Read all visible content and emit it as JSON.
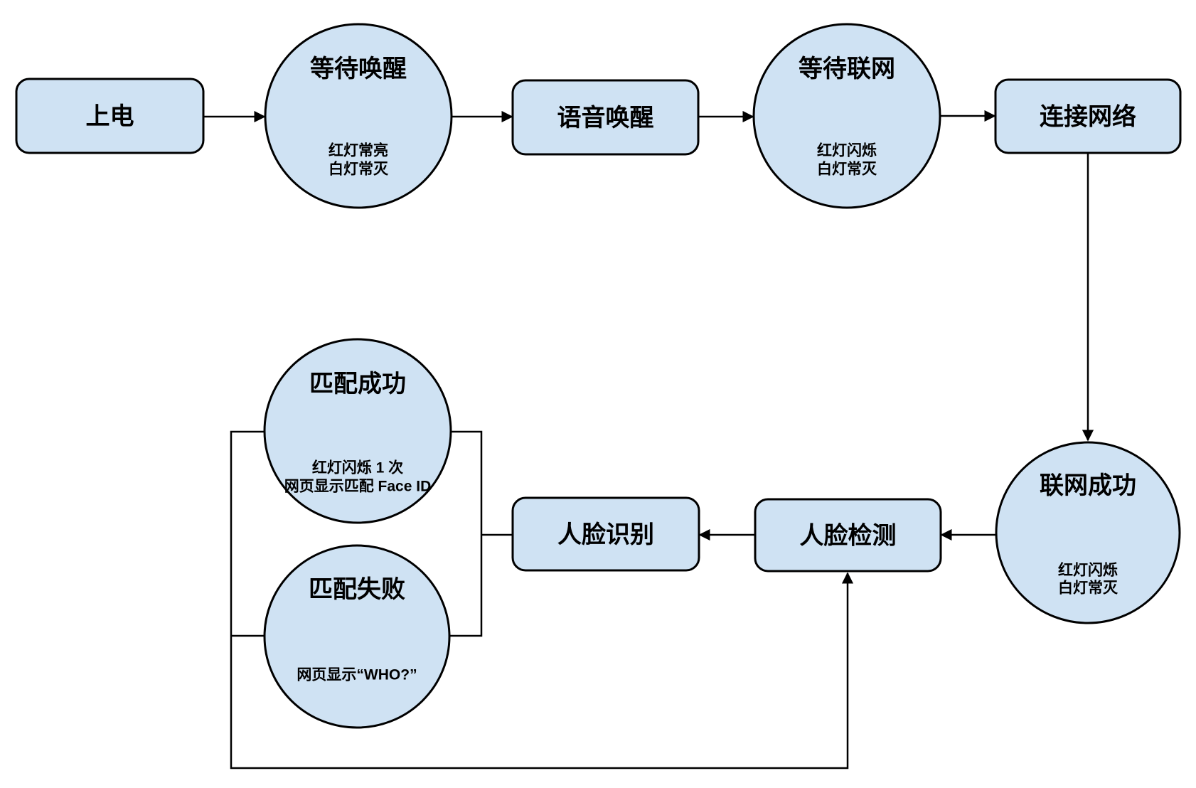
{
  "diagram": {
    "title": "device-wake-and-face-recognition-flow",
    "colors": {
      "node_fill": "#cfe2f3",
      "node_stroke": "#000000",
      "edge_stroke": "#000000",
      "background": "#ffffff"
    },
    "nodes": [
      {
        "id": "power-on",
        "shape": "rounded-rect",
        "label": "上电"
      },
      {
        "id": "wait-wake",
        "shape": "circle",
        "label": "等待唤醒",
        "sublabel": [
          "红灯常亮",
          "白灯常灭"
        ]
      },
      {
        "id": "voice-wake",
        "shape": "rounded-rect",
        "label": "语音唤醒"
      },
      {
        "id": "wait-net",
        "shape": "circle",
        "label": "等待联网",
        "sublabel": [
          "红灯闪烁",
          "白灯常灭"
        ]
      },
      {
        "id": "connect-net",
        "shape": "rounded-rect",
        "label": "连接网络"
      },
      {
        "id": "net-ok",
        "shape": "circle",
        "label": "联网成功",
        "sublabel": [
          "红灯闪烁",
          "白灯常灭"
        ]
      },
      {
        "id": "face-detect",
        "shape": "rounded-rect",
        "label": "人脸检测"
      },
      {
        "id": "face-recog",
        "shape": "rounded-rect",
        "label": "人脸识别"
      },
      {
        "id": "match-ok",
        "shape": "circle",
        "label": "匹配成功",
        "sublabel": [
          "红灯闪烁 1 次",
          "网页显示匹配 Face ID"
        ]
      },
      {
        "id": "match-fail",
        "shape": "circle",
        "label": "匹配失败",
        "sublabel": [
          "网页显示“WHO?”"
        ]
      }
    ],
    "edges": [
      {
        "id": "edge-power-to-wait-wake",
        "from": "power-on",
        "to": "wait-wake",
        "arrow": true
      },
      {
        "id": "edge-wait-wake-to-voice-wake",
        "from": "wait-wake",
        "to": "voice-wake",
        "arrow": true
      },
      {
        "id": "edge-voice-wake-to-wait-net",
        "from": "voice-wake",
        "to": "wait-net",
        "arrow": true
      },
      {
        "id": "edge-wait-net-to-connect-net",
        "from": "wait-net",
        "to": "connect-net",
        "arrow": true
      },
      {
        "id": "edge-connect-net-to-net-ok",
        "from": "connect-net",
        "to": "net-ok",
        "arrow": true
      },
      {
        "id": "edge-net-ok-to-face-detect",
        "from": "net-ok",
        "to": "face-detect",
        "arrow": true
      },
      {
        "id": "edge-face-detect-to-face-recog",
        "from": "face-detect",
        "to": "face-recog",
        "arrow": true
      },
      {
        "id": "bracket-match-results-to-face-recog",
        "from": "match-ok / match-fail",
        "to": "face-recog",
        "arrow": false
      },
      {
        "id": "bracket-branch-to-face-recog",
        "from": "bracket",
        "to": "face-recog",
        "arrow": false
      },
      {
        "id": "edge-feedback-loop-to-face-detect",
        "from": "match-ok / match-fail",
        "to": "face-detect",
        "arrow": true
      },
      {
        "id": "edge-match-fail-to-feedback-line",
        "from": "match-fail",
        "to": "feedback-line",
        "arrow": false
      }
    ]
  }
}
